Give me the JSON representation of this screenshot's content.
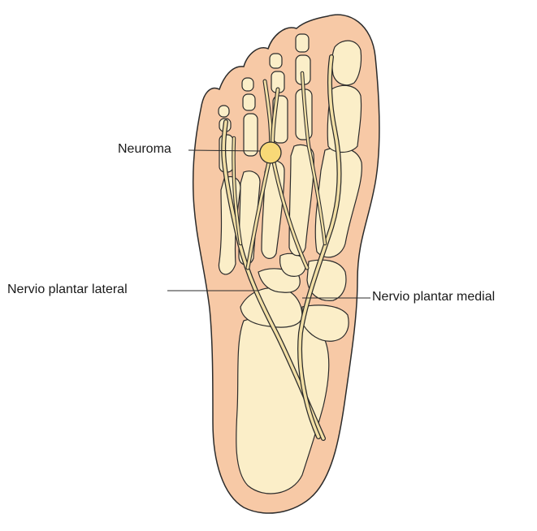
{
  "labels": {
    "neuroma": "Neuroma",
    "lateral_plantar_nerve": "Nervio plantar lateral",
    "medial_plantar_nerve": "Nervio plantar medial"
  },
  "colors": {
    "skin": "#f7c9a6",
    "bone": "#fbeec8",
    "nerve": "#f2dfa5",
    "neuroma": "#f8d977",
    "outline": "#2b2b2b"
  }
}
